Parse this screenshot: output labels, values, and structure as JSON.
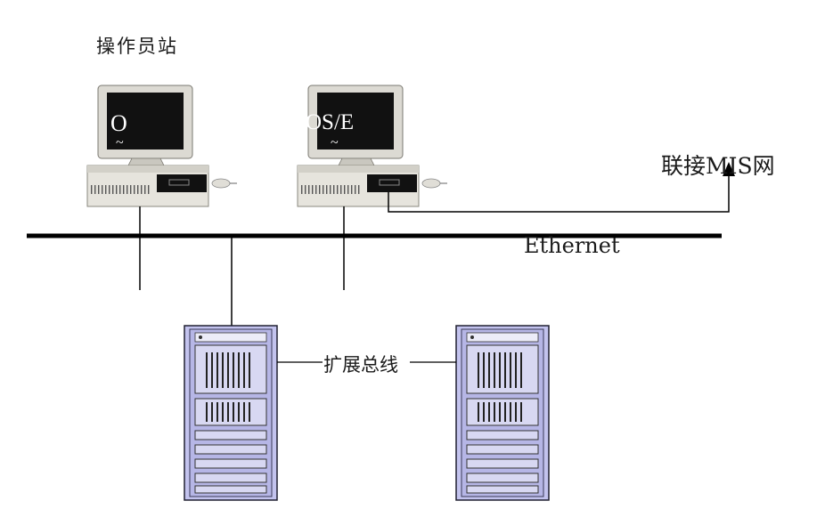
{
  "labels": {
    "operator_station": "操作员站",
    "mis_link": "联接MIS网",
    "ethernet": "Ethernet",
    "expansion_bus": "扩展总线"
  },
  "workstations": [
    {
      "screen_text": "O",
      "screen_sub": "~"
    },
    {
      "screen_text": "OS/E",
      "screen_sub": "~"
    }
  ],
  "colors": {
    "line": "#000000",
    "monitor_body": "#d9d7d0",
    "screen": "#111111",
    "cabinet_face": "#b7b7e6",
    "cabinet_frame": "#2a2a3a"
  }
}
